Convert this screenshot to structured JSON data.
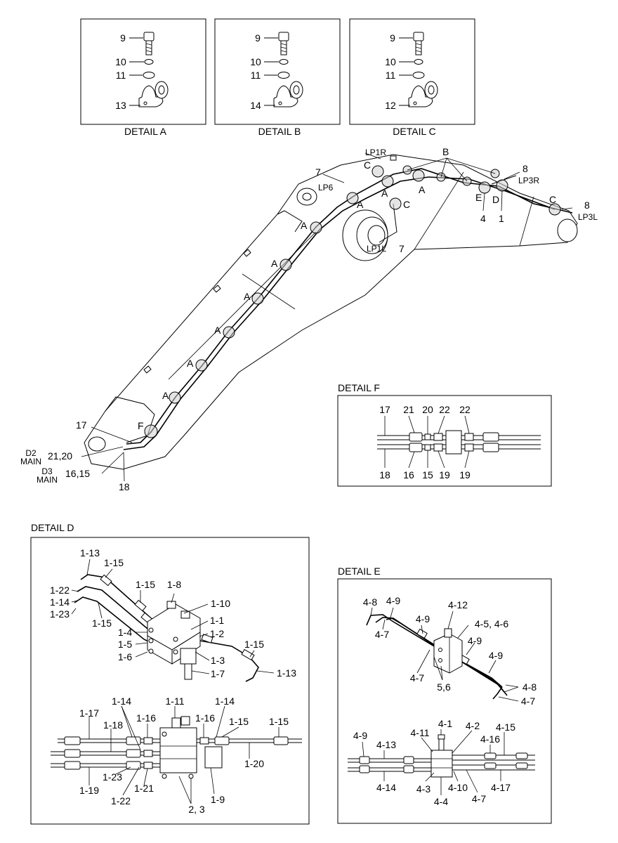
{
  "panels": {
    "detail_a": {
      "title": "DETAIL A",
      "labels": [
        "9",
        "10",
        "11",
        "13"
      ]
    },
    "detail_b": {
      "title": "DETAIL B",
      "labels": [
        "9",
        "10",
        "11",
        "14"
      ]
    },
    "detail_c": {
      "title": "DETAIL C",
      "labels": [
        "9",
        "10",
        "11",
        "12"
      ]
    }
  },
  "boom": {
    "a": "A",
    "b": "B",
    "c": "C",
    "d": "D",
    "e": "E",
    "f": "F",
    "n7": "7",
    "n8": "8",
    "n4": "4",
    "n1": "1",
    "n17": "17",
    "n18": "18",
    "n21_20": "21,20",
    "n16_15": "16,15",
    "lp1r": "LP1R",
    "lp1l": "LP1L",
    "lp6": "LP6",
    "lp3r": "LP3R",
    "lp3l": "LP3L",
    "d2": "D2",
    "d3": "D3",
    "main": "MAIN"
  },
  "detail_f": {
    "title": "DETAIL F",
    "top_labels": [
      "17",
      "21",
      "20",
      "22",
      "22"
    ],
    "bottom_labels": [
      "18",
      "16",
      "15",
      "19",
      "19"
    ]
  },
  "detail_d": {
    "title": "DETAIL D",
    "upper_labels": [
      "1-13",
      "1-15",
      "1-22",
      "1-14",
      "1-23",
      "1-15",
      "1-15",
      "1-8",
      "1-10",
      "1-1",
      "1-2",
      "1-4",
      "1-5",
      "1-6",
      "1-3",
      "1-7",
      "1-15",
      "1-13"
    ],
    "lower_labels": [
      "1-14",
      "1-11",
      "1-14",
      "1-17",
      "1-18",
      "1-16",
      "1-16",
      "1-15",
      "1-15",
      "1-20",
      "1-23",
      "1-21",
      "1-19",
      "1-22",
      "2, 3",
      "1-9"
    ]
  },
  "detail_e": {
    "title": "DETAIL E",
    "upper_labels": [
      "4-8",
      "4-9",
      "4-12",
      "4-9",
      "4-5, 4-6",
      "4-9",
      "4-7",
      "4-9",
      "4-7",
      "5,6",
      "4-8",
      "4-7"
    ],
    "lower_labels": [
      "4-1",
      "4-9",
      "4-11",
      "4-2",
      "4-15",
      "4-13",
      "4-16",
      "4-14",
      "4-3",
      "4-10",
      "4-17",
      "4-4",
      "4-7"
    ]
  }
}
